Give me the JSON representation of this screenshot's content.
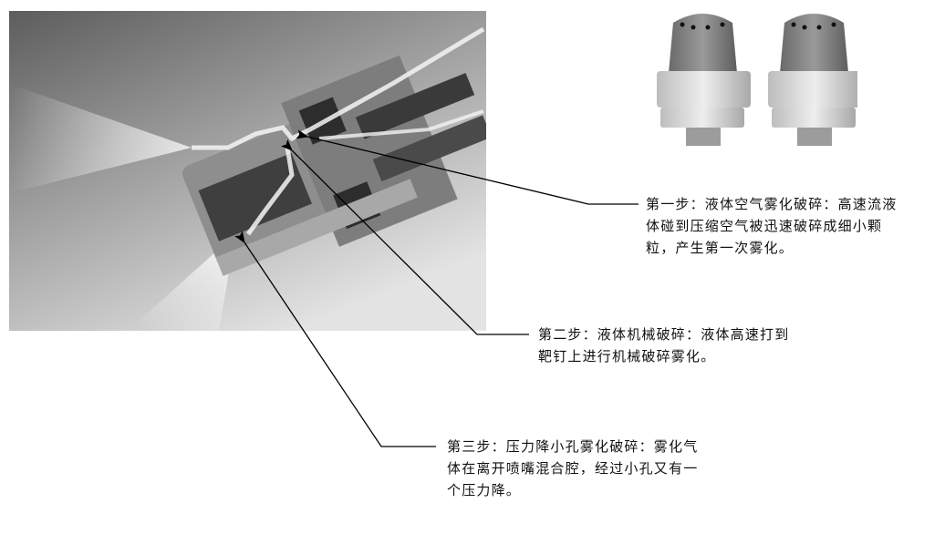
{
  "figure": {
    "main_illustration": "cutaway-air-atomizing-nozzle",
    "product_photo": "two-fine-mist-nozzles",
    "colors": {
      "background": "#ffffff",
      "leader_line": "#000000",
      "text": "#111111",
      "image_dark": "#5c5d5c",
      "image_light": "#e2e2e2"
    }
  },
  "callouts": [
    {
      "id": "step1",
      "lines": [
        "第一步：液体空气雾化破碎：高速流液",
        "体碰到压缩空气被迅速破碎成细小颗",
        "粒，产生第一次雾化。"
      ]
    },
    {
      "id": "step2",
      "lines": [
        "第二步：液体机械破碎：液体高速打到",
        "靶钉上进行机械破碎雾化。"
      ]
    },
    {
      "id": "step3",
      "lines": [
        "第三步：压力降小孔雾化破碎：雾化气",
        "体在离开喷嘴混合腔，经过小孔又有一",
        "个压力降。"
      ]
    }
  ]
}
